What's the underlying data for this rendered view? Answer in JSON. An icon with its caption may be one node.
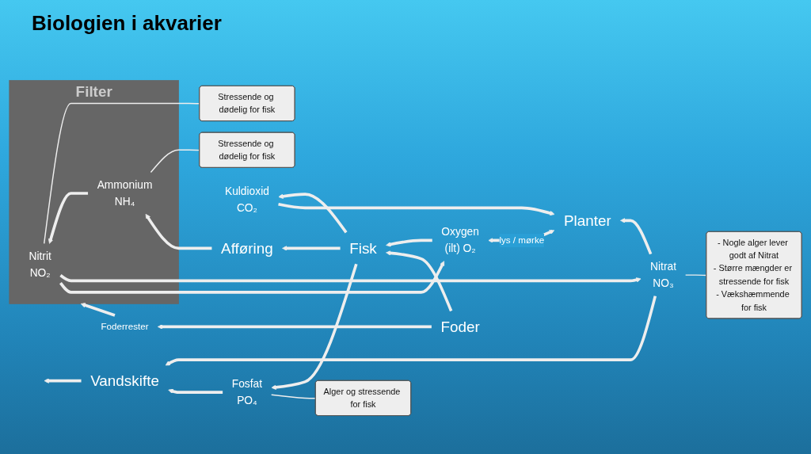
{
  "diagram": {
    "title": "Biologien i akvarier",
    "nodes": [
      {
        "text": [
          "- Nogle alger lever godt af Nitrat",
          "- Større mængder er stressende for fisk",
          "- Vækshæmmende for fisk"
        ]
      },
      {
        "text": [
          "Nitrat",
          "NO₃"
        ]
      },
      {
        "text": [
          "Vandskifte"
        ]
      },
      {
        "text": [
          "Filter"
        ]
      },
      {
        "text": [
          "Nitrit",
          "NO₂"
        ],
        "in": 3
      },
      {
        "text": [
          "Stressende og dødelig for fisk"
        ]
      },
      {
        "text": [
          "Oxygen",
          "(ilt) O₂"
        ]
      },
      {
        "text": [
          "Foderrester"
        ]
      },
      {
        "text": [
          "Planter"
        ]
      },
      {
        "text": [
          "Ammonium",
          "NH₄"
        ],
        "in": 3
      },
      {
        "text": [
          "Foder"
        ]
      },
      {
        "text": [
          "Stressende og dødelig for fisk"
        ]
      },
      {
        "text": [
          "Fisk"
        ]
      },
      {
        "text": [
          "Kuldioxid",
          "CO₂"
        ]
      },
      {
        "text": [
          "Afføring"
        ]
      },
      {
        "text": [
          "Fosfat",
          "PO₄"
        ]
      },
      {
        "text": [
          "Alger og stressende for fisk"
        ]
      }
    ],
    "edges": [
      {
        "from": 2,
        "to": null,
        "arrow": "to"
      },
      {
        "from": 0,
        "to": 1,
        "arrow": "none"
      },
      {
        "from": 1,
        "to": 2,
        "arrow": "to"
      },
      {
        "from": 1,
        "to": 8,
        "arrow": "to"
      },
      {
        "from": 4,
        "to": 1,
        "arrow": "to"
      },
      {
        "from": 4,
        "to": 6,
        "arrow": "to"
      },
      {
        "from": 5,
        "to": 4,
        "arrow": "none"
      },
      {
        "from": 8,
        "to": 6,
        "arrow": "both",
        "label": "lys / mørke"
      },
      {
        "from": 7,
        "to": 3,
        "arrow": "to"
      },
      {
        "from": 6,
        "to": 12,
        "arrow": "to"
      },
      {
        "from": 10,
        "to": 7,
        "arrow": "to"
      },
      {
        "from": 9,
        "to": 4,
        "arrow": "to"
      },
      {
        "from": 11,
        "to": 9,
        "arrow": "none"
      },
      {
        "from": 10,
        "to": 12,
        "arrow": "to"
      },
      {
        "from": 12,
        "to": 13,
        "arrow": "to"
      },
      {
        "from": 13,
        "to": 8,
        "arrow": "to"
      },
      {
        "from": 12,
        "to": 14,
        "arrow": "to"
      },
      {
        "from": 12,
        "to": 15,
        "arrow": "to"
      },
      {
        "from": 14,
        "to": 9,
        "arrow": "to"
      },
      {
        "from": 15,
        "to": 2,
        "arrow": "to"
      },
      {
        "from": 16,
        "to": 15,
        "arrow": "none"
      }
    ]
  }
}
